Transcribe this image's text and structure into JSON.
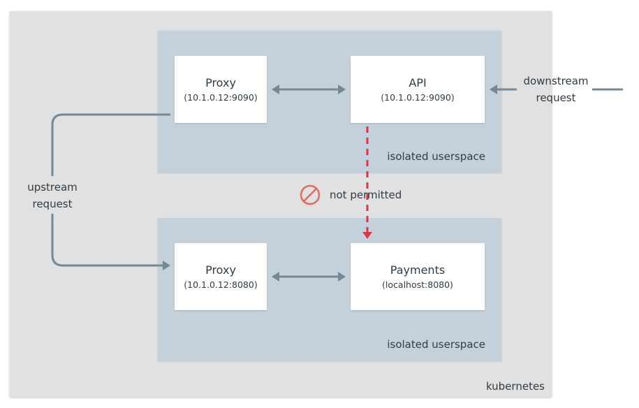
{
  "cluster": {
    "label": "kubernetes"
  },
  "spaces": {
    "top": {
      "label": "isolated userspace",
      "proxy": {
        "name": "Proxy",
        "address": "(10.1.0.12:9090)"
      },
      "service": {
        "name": "API",
        "address": "(10.1.0.12:9090)"
      }
    },
    "bottom": {
      "label": "isolated userspace",
      "proxy": {
        "name": "Proxy",
        "address": "(10.1.0.12:8080)"
      },
      "service": {
        "name": "Payments",
        "address": "(localhost:8080)"
      }
    }
  },
  "labels": {
    "downstream_line1": "downstream",
    "downstream_line2": "request",
    "upstream_line1": "upstream",
    "upstream_line2": "request",
    "not_permitted": "not permitted"
  },
  "colors": {
    "background": "#e1e1e1",
    "userspace": "#c5d1da",
    "arrow": "#748896",
    "blocked": "#dc3545",
    "prohibited_icon": "#e06b5e"
  },
  "icons": {
    "blocked": "prohibited-icon"
  }
}
